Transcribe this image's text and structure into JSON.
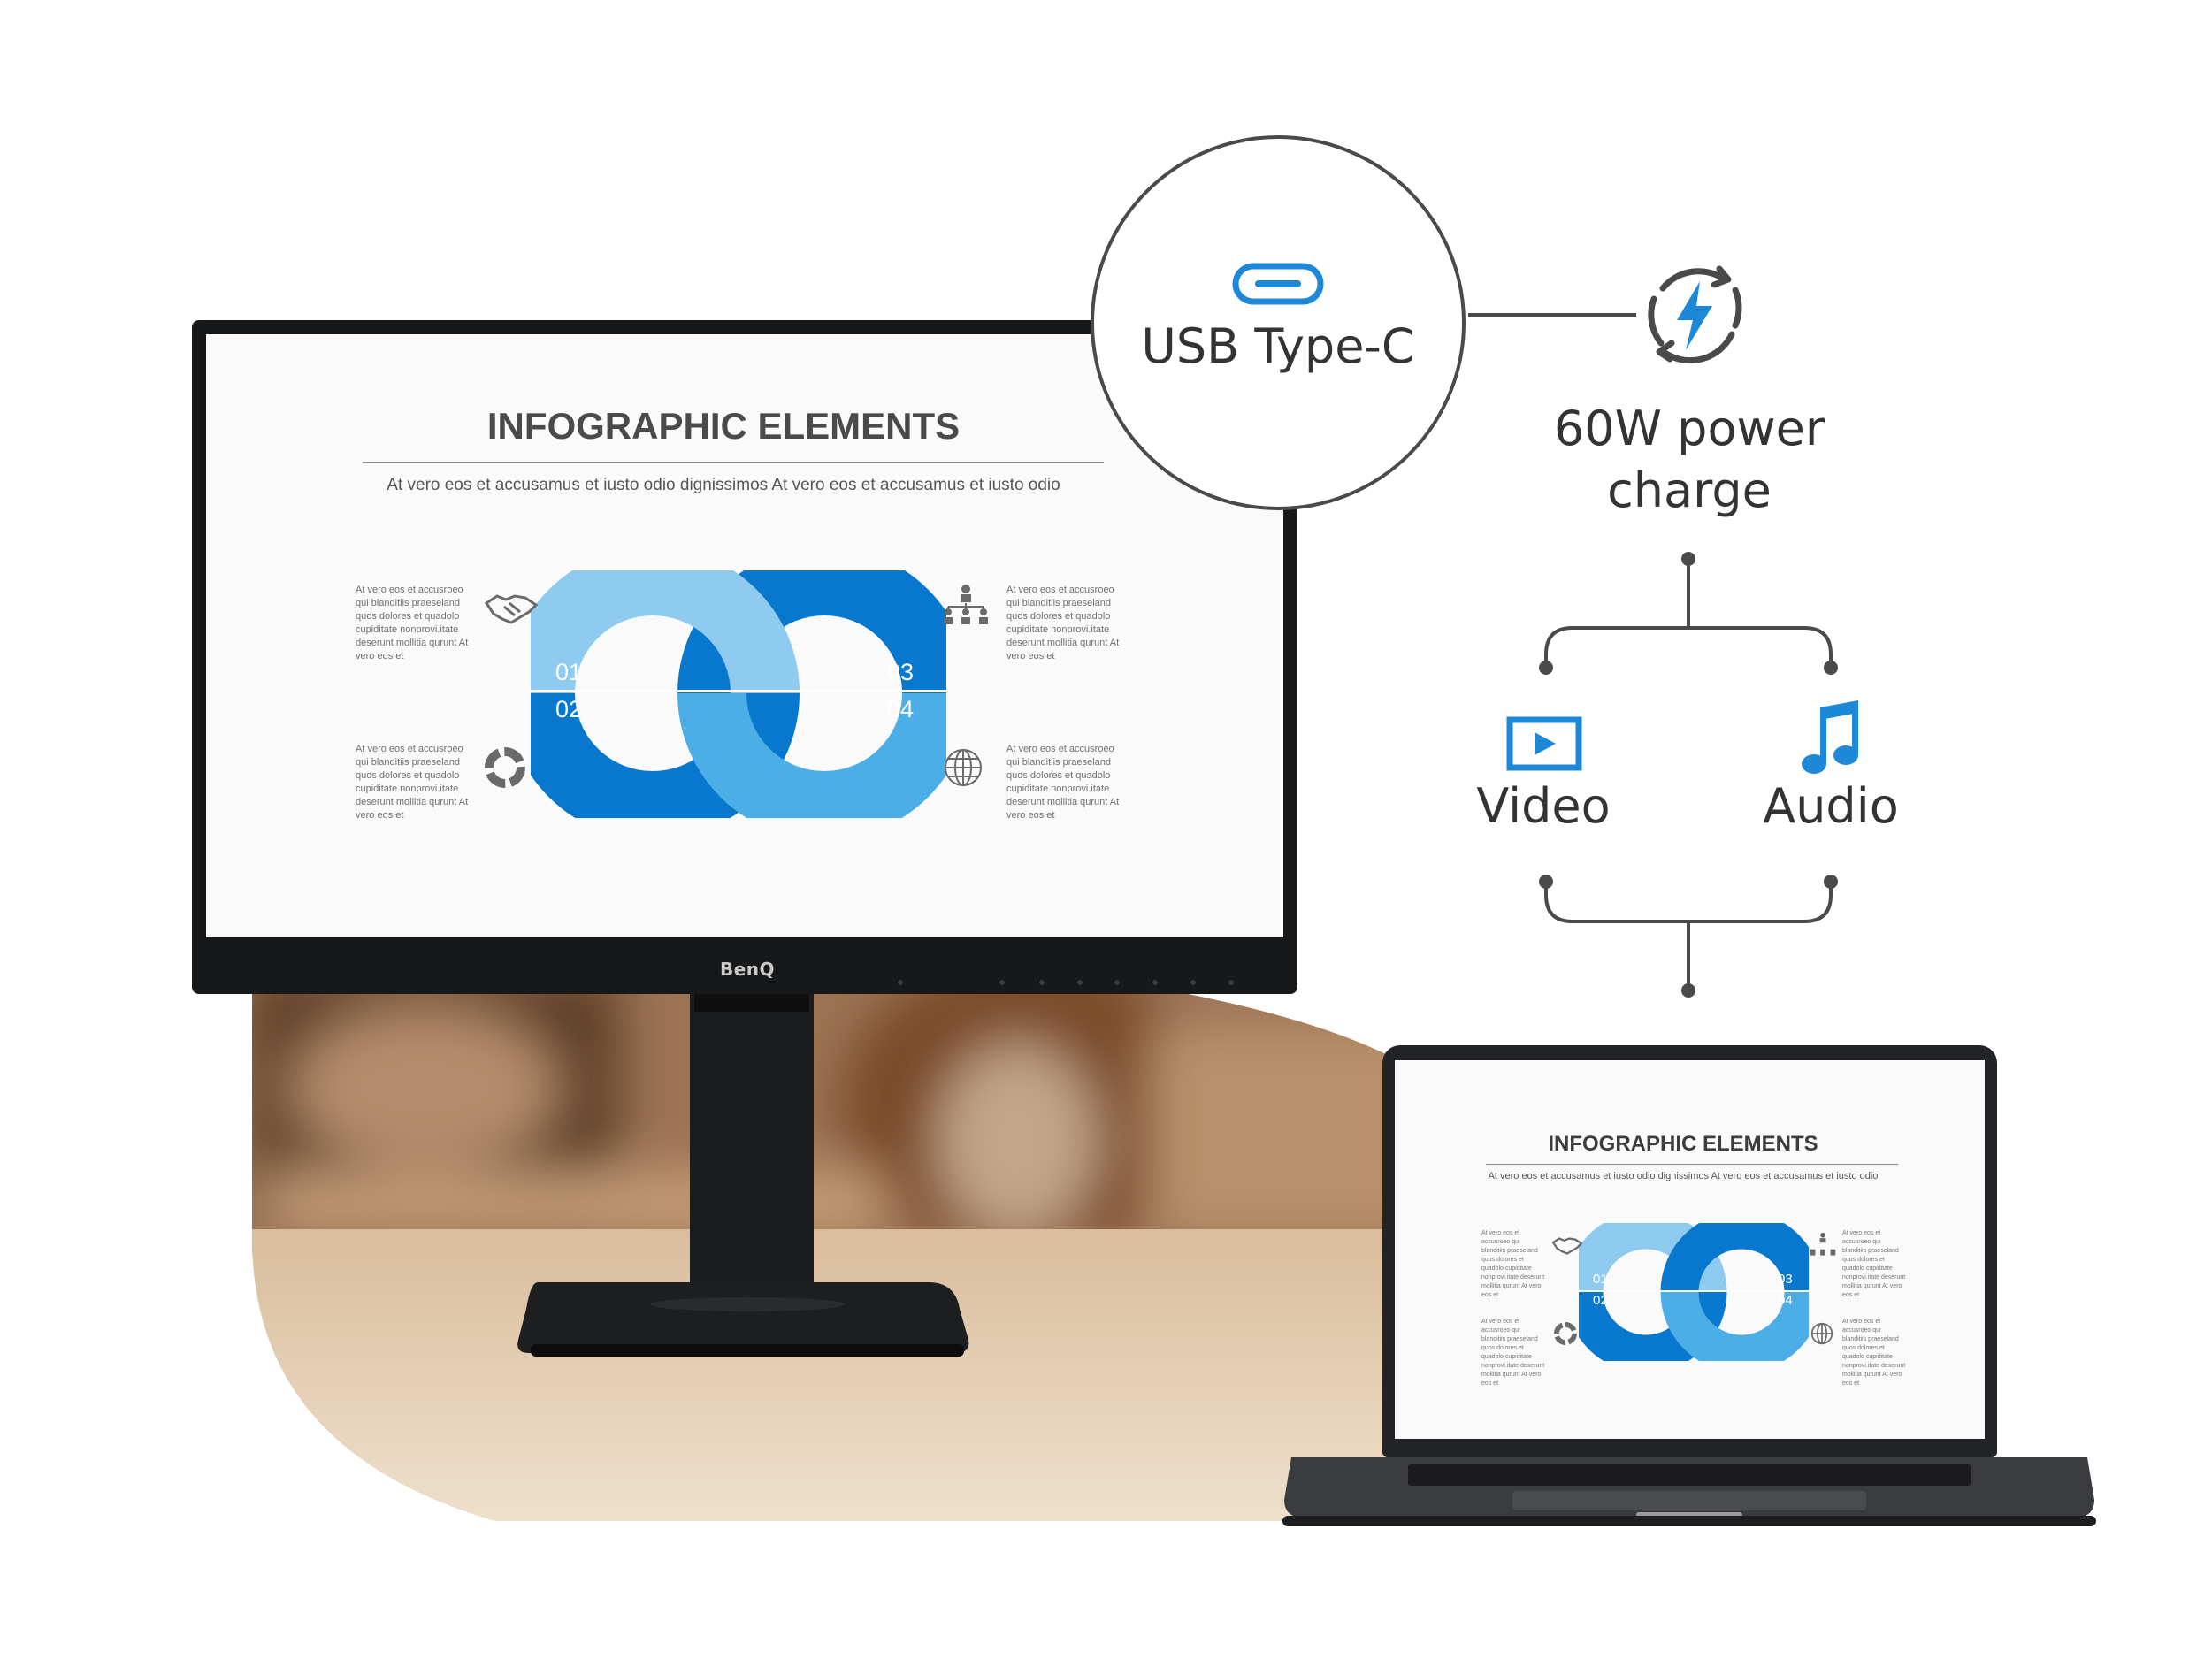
{
  "monitor": {
    "brand": "BenQ",
    "screen": {
      "title": "INFOGRAPHIC ELEMENTS",
      "subtitle": "At vero eos et accusamus et iusto  odio  dignissimos  At vero eos et accusamus et iusto  odio",
      "paragraph": "At vero eos et accusroeo qui blanditiis praeseland quos dolores et quadolo cupiditate nonprovi.itate deserunt mollitia qurunt At vero eos et",
      "numbers": [
        "01",
        "02",
        "03",
        "04"
      ]
    }
  },
  "laptop": {
    "screen": {
      "title": "INFOGRAPHIC ELEMENTS",
      "subtitle": "At vero eos et accusamus et iusto  odio dignissimos  At vero eos et accusamus et iusto  odio",
      "paragraph": "At vero eos et accusroeo qui blanditiis praeseland quos dolores et quadolo cupiditate nonprovi.itate deserunt mollitia qurunt At vero eos et",
      "numbers": [
        "01",
        "02",
        "03",
        "04"
      ]
    }
  },
  "callouts": {
    "usb": "USB Type-C",
    "power_line1": "60W power",
    "power_line2": "charge",
    "video": "Video",
    "audio": "Audio"
  },
  "icons": {
    "usb": "usb-c-port-icon",
    "power": "lightning-charge-icon",
    "video": "video-play-icon",
    "audio": "music-note-icon",
    "handshake": "handshake-icon",
    "hierarchy": "org-chart-icon",
    "pie": "pie-chart-icon",
    "globe": "globe-icon"
  },
  "colors": {
    "accent_blue": "#1e88d8",
    "dark_blue": "#0878cf",
    "mid_blue": "#4caee6",
    "light_blue": "#8fcbf0",
    "line_gray": "#4a4a4a"
  }
}
